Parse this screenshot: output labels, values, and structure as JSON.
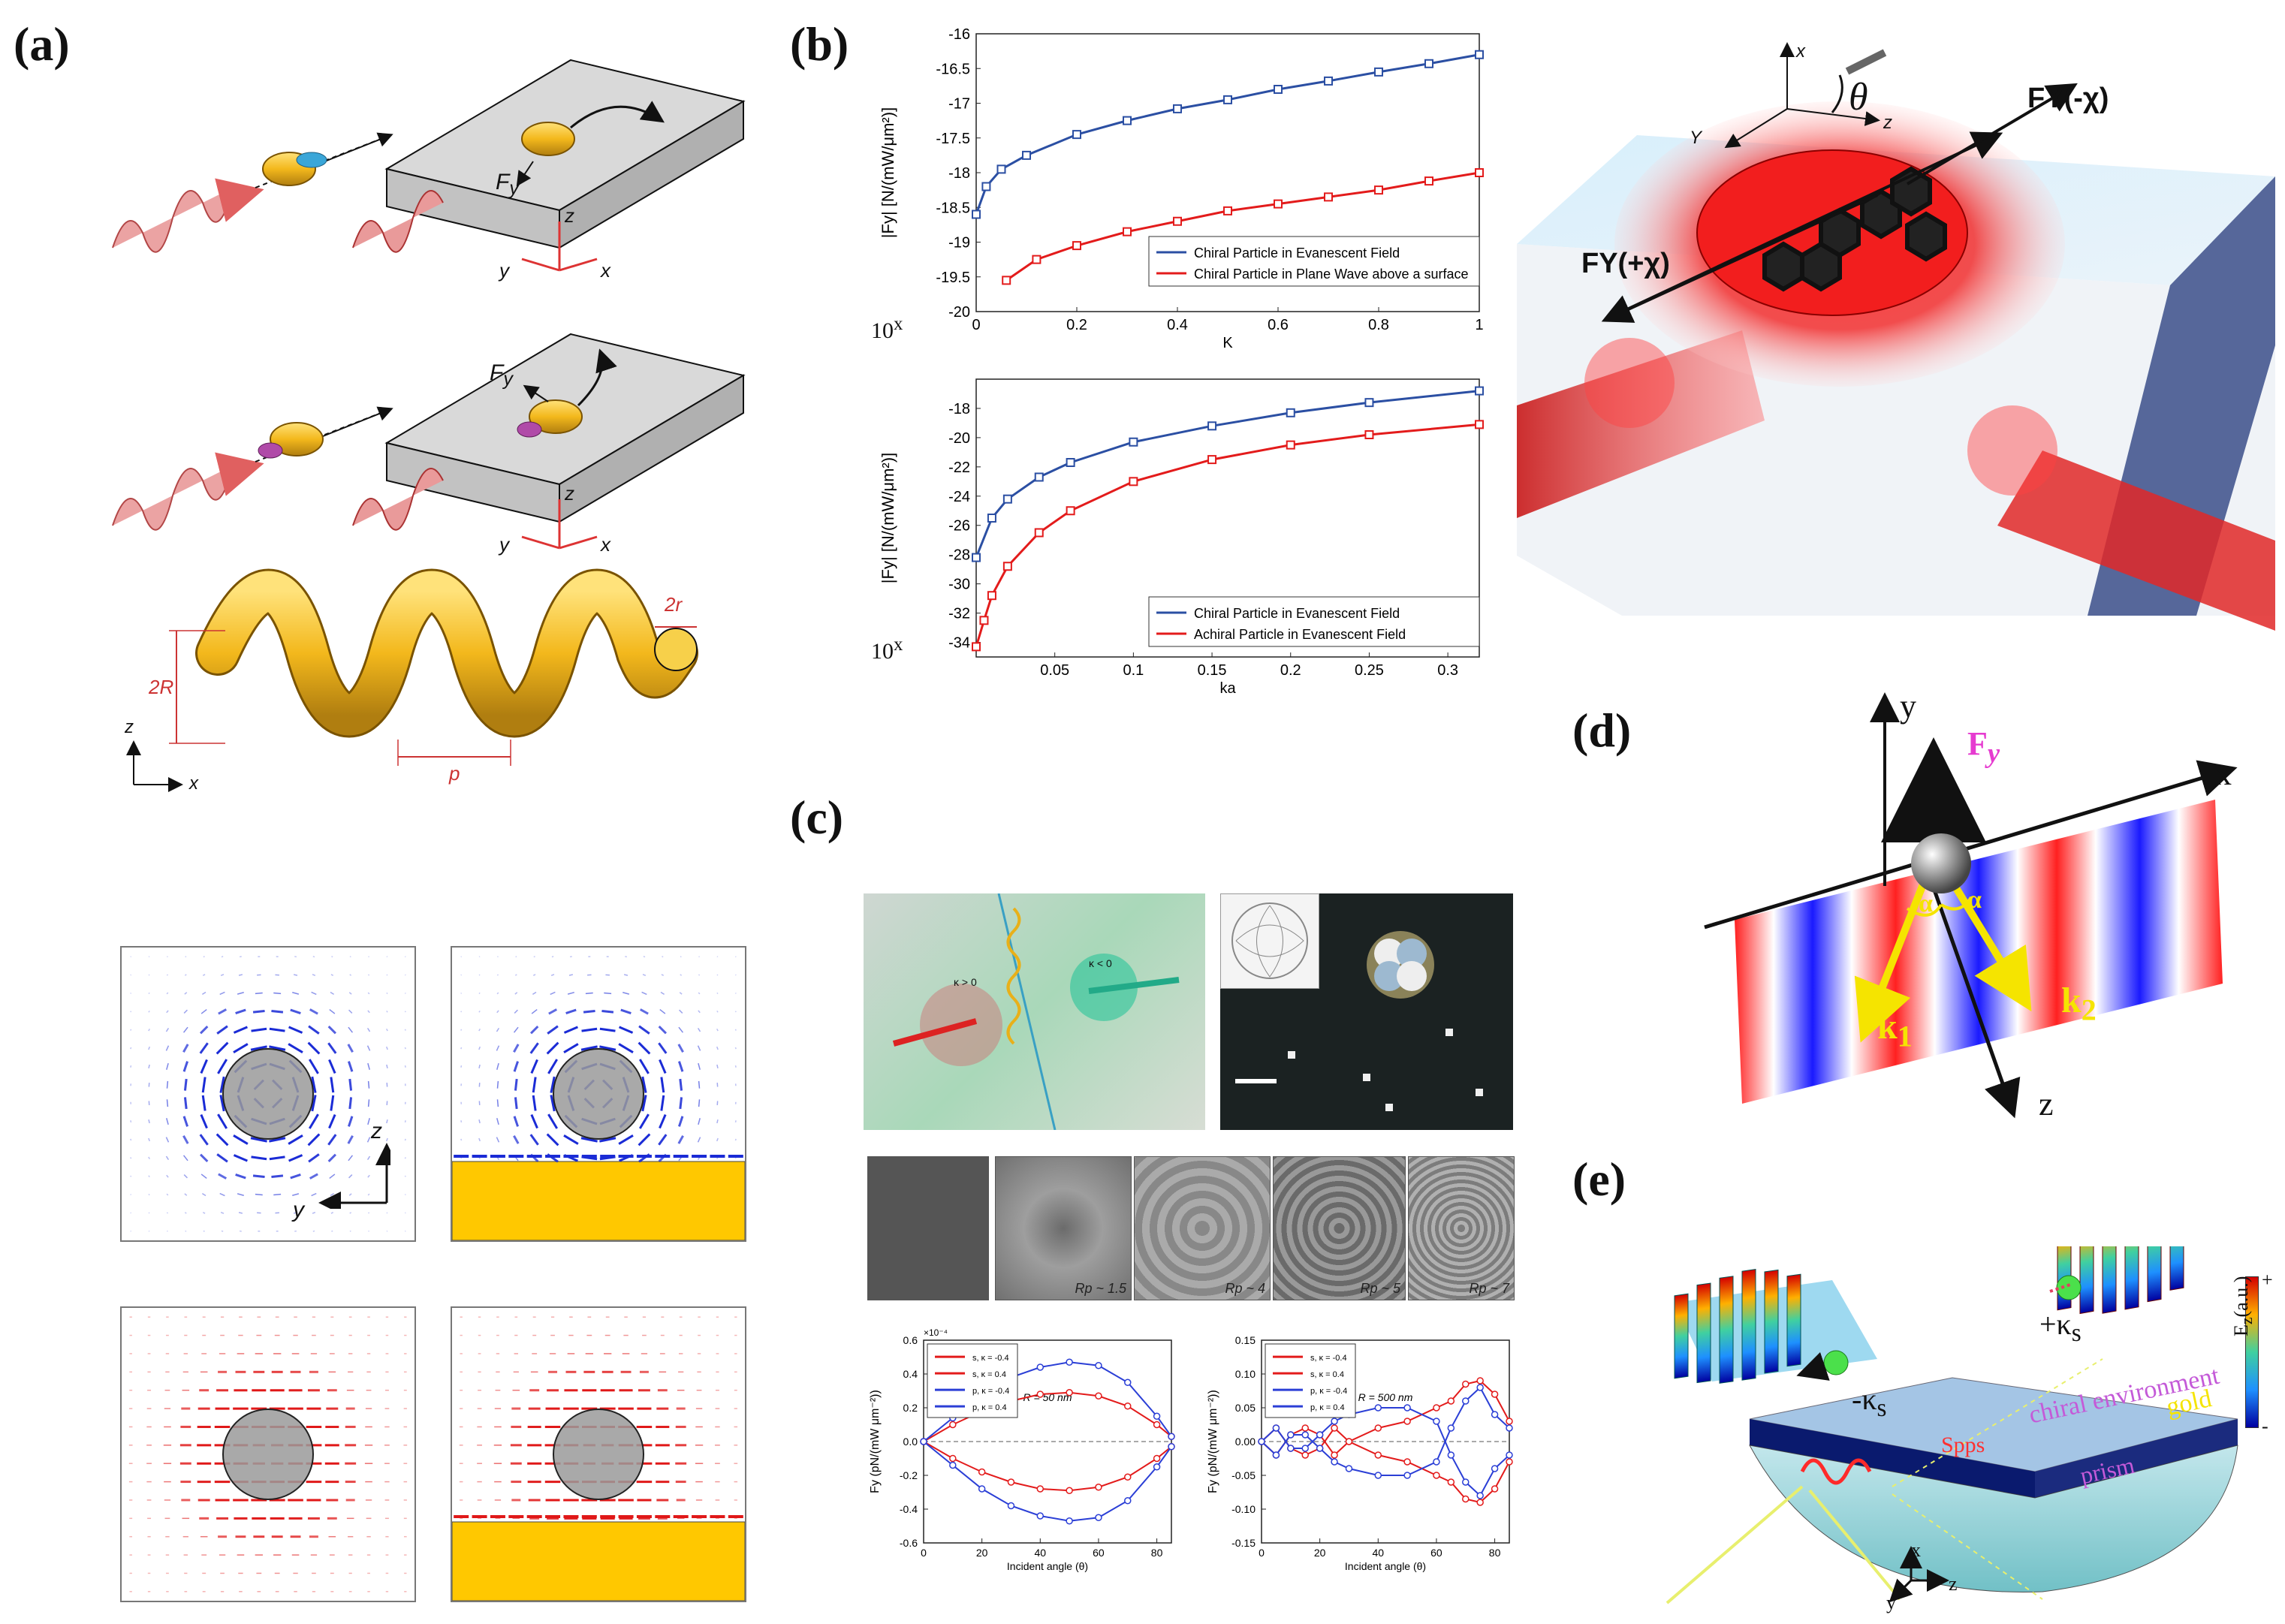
{
  "panels": {
    "a": {
      "label": "(a)",
      "axis_y": "y",
      "axis_x": "x",
      "axis_z": "z",
      "force_label": "F",
      "force_sub": "y",
      "helix_dims": {
        "two_r": "2r",
        "two_R": "2R",
        "pitch": "p"
      },
      "field_axis_z": "z",
      "field_axis_y": "y"
    },
    "b": {
      "label": "(b)",
      "theta": "θ",
      "fy_minus": "FY(-χ)",
      "fy_plus": "FY(+χ)",
      "axis_x": "x",
      "axis_y": "Y",
      "axis_z": "z"
    },
    "c": {
      "label": "(c)",
      "kappa_pos": "κ > 0",
      "kappa_neg": "κ < 0",
      "rp_labels": [
        "Rp ~ 1.5",
        "Rp ~ 4",
        "Rp ~ 5",
        "Rp ~ 7"
      ]
    },
    "d": {
      "label": "(d)",
      "axis_y": "y",
      "axis_x": "x",
      "axis_z": "z",
      "force": "F",
      "force_sub": "y",
      "alpha": "α",
      "k1": "k",
      "k1_sub": "1",
      "k2": "k",
      "k2_sub": "2"
    },
    "e": {
      "label": "(e)",
      "neg_ks": "-κ",
      "pos_ks": "+κ",
      "ks_sub": "s",
      "spps": "Spps",
      "chiral_env": "chiral environment",
      "gold": "gold",
      "prism": "prism",
      "colorbar_label": "E",
      "colorbar_sub": "z",
      "colorbar_unit": "(a.u.)",
      "colorbar_top": "+",
      "colorbar_bottom": "-",
      "axes": [
        "x",
        "y",
        "z"
      ]
    }
  },
  "chart_data": [
    {
      "type": "line",
      "ylabel": "|Fy| [N/(mW/μm²)]",
      "xlabel": "K",
      "ylim": [
        -20,
        -16
      ],
      "xlim": [
        0,
        1
      ],
      "yticks": [
        "-16",
        "-16.5",
        "-17",
        "-17.5",
        "-18",
        "-18.5",
        "-19",
        "-19.5",
        "-20"
      ],
      "xticks": [
        "0",
        "0.2",
        "0.4",
        "0.6",
        "0.8",
        "1"
      ],
      "y_multiplier": "10^x",
      "legend": "bottom-right",
      "series": [
        {
          "name": "Chiral Particle in Evanescent Field",
          "color": "#2b4fa3",
          "x": [
            0,
            0.02,
            0.05,
            0.1,
            0.2,
            0.3,
            0.4,
            0.5,
            0.6,
            0.7,
            0.8,
            0.9,
            1.0
          ],
          "y": [
            -18.6,
            -18.2,
            -17.95,
            -17.75,
            -17.45,
            -17.25,
            -17.08,
            -16.95,
            -16.8,
            -16.68,
            -16.55,
            -16.43,
            -16.3
          ]
        },
        {
          "name": "Chiral Particle in Plane Wave above a surface",
          "color": "#e31b1b",
          "x": [
            0.06,
            0.12,
            0.2,
            0.3,
            0.4,
            0.5,
            0.6,
            0.7,
            0.8,
            0.9,
            1.0
          ],
          "y": [
            -19.55,
            -19.25,
            -19.05,
            -18.85,
            -18.7,
            -18.55,
            -18.45,
            -18.35,
            -18.25,
            -18.12,
            -18.0
          ]
        }
      ]
    },
    {
      "type": "line",
      "ylabel": "|Fy| [N/(mW/μm²)]",
      "xlabel": "ka",
      "ylim": [
        -35,
        -16
      ],
      "xlim": [
        0,
        0.32
      ],
      "yticks": [
        "-18",
        "-20",
        "-22",
        "-24",
        "-26",
        "-28",
        "-30",
        "-32",
        "-34"
      ],
      "xticks": [
        "0.05",
        "0.1",
        "0.15",
        "0.2",
        "0.25",
        "0.3"
      ],
      "y_multiplier": "10^x",
      "legend": "bottom-right",
      "series": [
        {
          "name": "Chiral Particle in Evanescent Field",
          "color": "#2b4fa3",
          "x": [
            0.0,
            0.01,
            0.02,
            0.04,
            0.06,
            0.1,
            0.15,
            0.2,
            0.25,
            0.32
          ],
          "y": [
            -28.2,
            -25.5,
            -24.2,
            -22.7,
            -21.7,
            -20.3,
            -19.2,
            -18.3,
            -17.6,
            -16.8
          ]
        },
        {
          "name": "Achiral Particle in Evanescent Field",
          "color": "#e31b1b",
          "x": [
            0.0,
            0.005,
            0.01,
            0.02,
            0.04,
            0.06,
            0.1,
            0.15,
            0.2,
            0.25,
            0.32
          ],
          "y": [
            -34.3,
            -32.5,
            -30.8,
            -28.8,
            -26.5,
            -25.0,
            -23.0,
            -21.5,
            -20.5,
            -19.8,
            -19.1
          ]
        }
      ]
    },
    {
      "type": "line",
      "ylabel": "Fy (pN/(mW μm⁻²))",
      "xlabel": "Incident angle (θ)",
      "annotation": "R = 50 nm",
      "y_multiplier": "×10⁻⁴",
      "ylim": [
        -0.6,
        0.6
      ],
      "xlim": [
        0,
        85
      ],
      "yticks": [
        "0.6",
        "0.4",
        "0.2",
        "0.0",
        "-0.2",
        "-0.4",
        "-0.6"
      ],
      "xticks": [
        "0",
        "20",
        "40",
        "60",
        "80"
      ],
      "legend": "top-left",
      "series": [
        {
          "name": "s, κ = -0.4",
          "color": "#e31b1b",
          "x": [
            0,
            10,
            20,
            30,
            40,
            50,
            60,
            70,
            80,
            85
          ],
          "y": [
            0,
            0.1,
            0.18,
            0.24,
            0.28,
            0.29,
            0.27,
            0.21,
            0.1,
            0.03
          ]
        },
        {
          "name": "s, κ = 0.4",
          "color": "#e31b1b",
          "x": [
            0,
            10,
            20,
            30,
            40,
            50,
            60,
            70,
            80,
            85
          ],
          "y": [
            0,
            -0.1,
            -0.18,
            -0.24,
            -0.28,
            -0.29,
            -0.27,
            -0.21,
            -0.1,
            -0.03
          ]
        },
        {
          "name": "p, κ = -0.4",
          "color": "#2b3fd6",
          "x": [
            0,
            10,
            20,
            30,
            40,
            50,
            60,
            70,
            80,
            85
          ],
          "y": [
            0,
            0.14,
            0.28,
            0.38,
            0.44,
            0.47,
            0.45,
            0.35,
            0.15,
            0.03
          ]
        },
        {
          "name": "p, κ = 0.4",
          "color": "#2b3fd6",
          "x": [
            0,
            10,
            20,
            30,
            40,
            50,
            60,
            70,
            80,
            85
          ],
          "y": [
            0,
            -0.14,
            -0.28,
            -0.38,
            -0.44,
            -0.47,
            -0.45,
            -0.35,
            -0.15,
            -0.03
          ]
        }
      ]
    },
    {
      "type": "line",
      "ylabel": "Fy (pN/(mW μm⁻²))",
      "xlabel": "Incident angle (θ)",
      "annotation": "R = 500 nm",
      "ylim": [
        -0.15,
        0.15
      ],
      "xlim": [
        0,
        85
      ],
      "yticks": [
        "0.15",
        "0.10",
        "0.05",
        "0.00",
        "-0.05",
        "-0.10",
        "-0.15"
      ],
      "xticks": [
        "0",
        "20",
        "40",
        "60",
        "80"
      ],
      "legend": "top-left",
      "series": [
        {
          "name": "s, κ = -0.4",
          "color": "#e31b1b",
          "x": [
            0,
            5,
            10,
            15,
            20,
            25,
            30,
            40,
            50,
            60,
            65,
            70,
            75,
            80,
            85
          ],
          "y": [
            0.0,
            -0.02,
            0.01,
            0.02,
            0.01,
            -0.02,
            0.0,
            0.02,
            0.03,
            0.05,
            0.06,
            0.085,
            0.09,
            0.07,
            0.03
          ]
        },
        {
          "name": "s, κ = 0.4",
          "color": "#e31b1b",
          "x": [
            0,
            5,
            10,
            15,
            20,
            25,
            30,
            40,
            50,
            60,
            65,
            70,
            75,
            80,
            85
          ],
          "y": [
            0.0,
            0.02,
            -0.01,
            -0.02,
            -0.01,
            0.02,
            0.0,
            -0.02,
            -0.03,
            -0.05,
            -0.06,
            -0.085,
            -0.09,
            -0.07,
            -0.03
          ]
        },
        {
          "name": "p, κ = -0.4",
          "color": "#2b3fd6",
          "x": [
            0,
            5,
            10,
            15,
            20,
            25,
            30,
            40,
            50,
            60,
            65,
            70,
            75,
            80,
            85
          ],
          "y": [
            0.0,
            -0.02,
            0.01,
            0.01,
            -0.01,
            -0.03,
            -0.04,
            -0.05,
            -0.05,
            -0.03,
            0.02,
            0.06,
            0.08,
            0.04,
            0.02
          ]
        },
        {
          "name": "p, κ = 0.4",
          "color": "#2b3fd6",
          "x": [
            0,
            5,
            10,
            15,
            20,
            25,
            30,
            40,
            50,
            60,
            65,
            70,
            75,
            80,
            85
          ],
          "y": [
            0.0,
            0.02,
            -0.01,
            -0.01,
            0.01,
            0.03,
            0.04,
            0.05,
            0.05,
            0.03,
            -0.02,
            -0.06,
            -0.08,
            -0.04,
            -0.02
          ]
        }
      ]
    }
  ]
}
